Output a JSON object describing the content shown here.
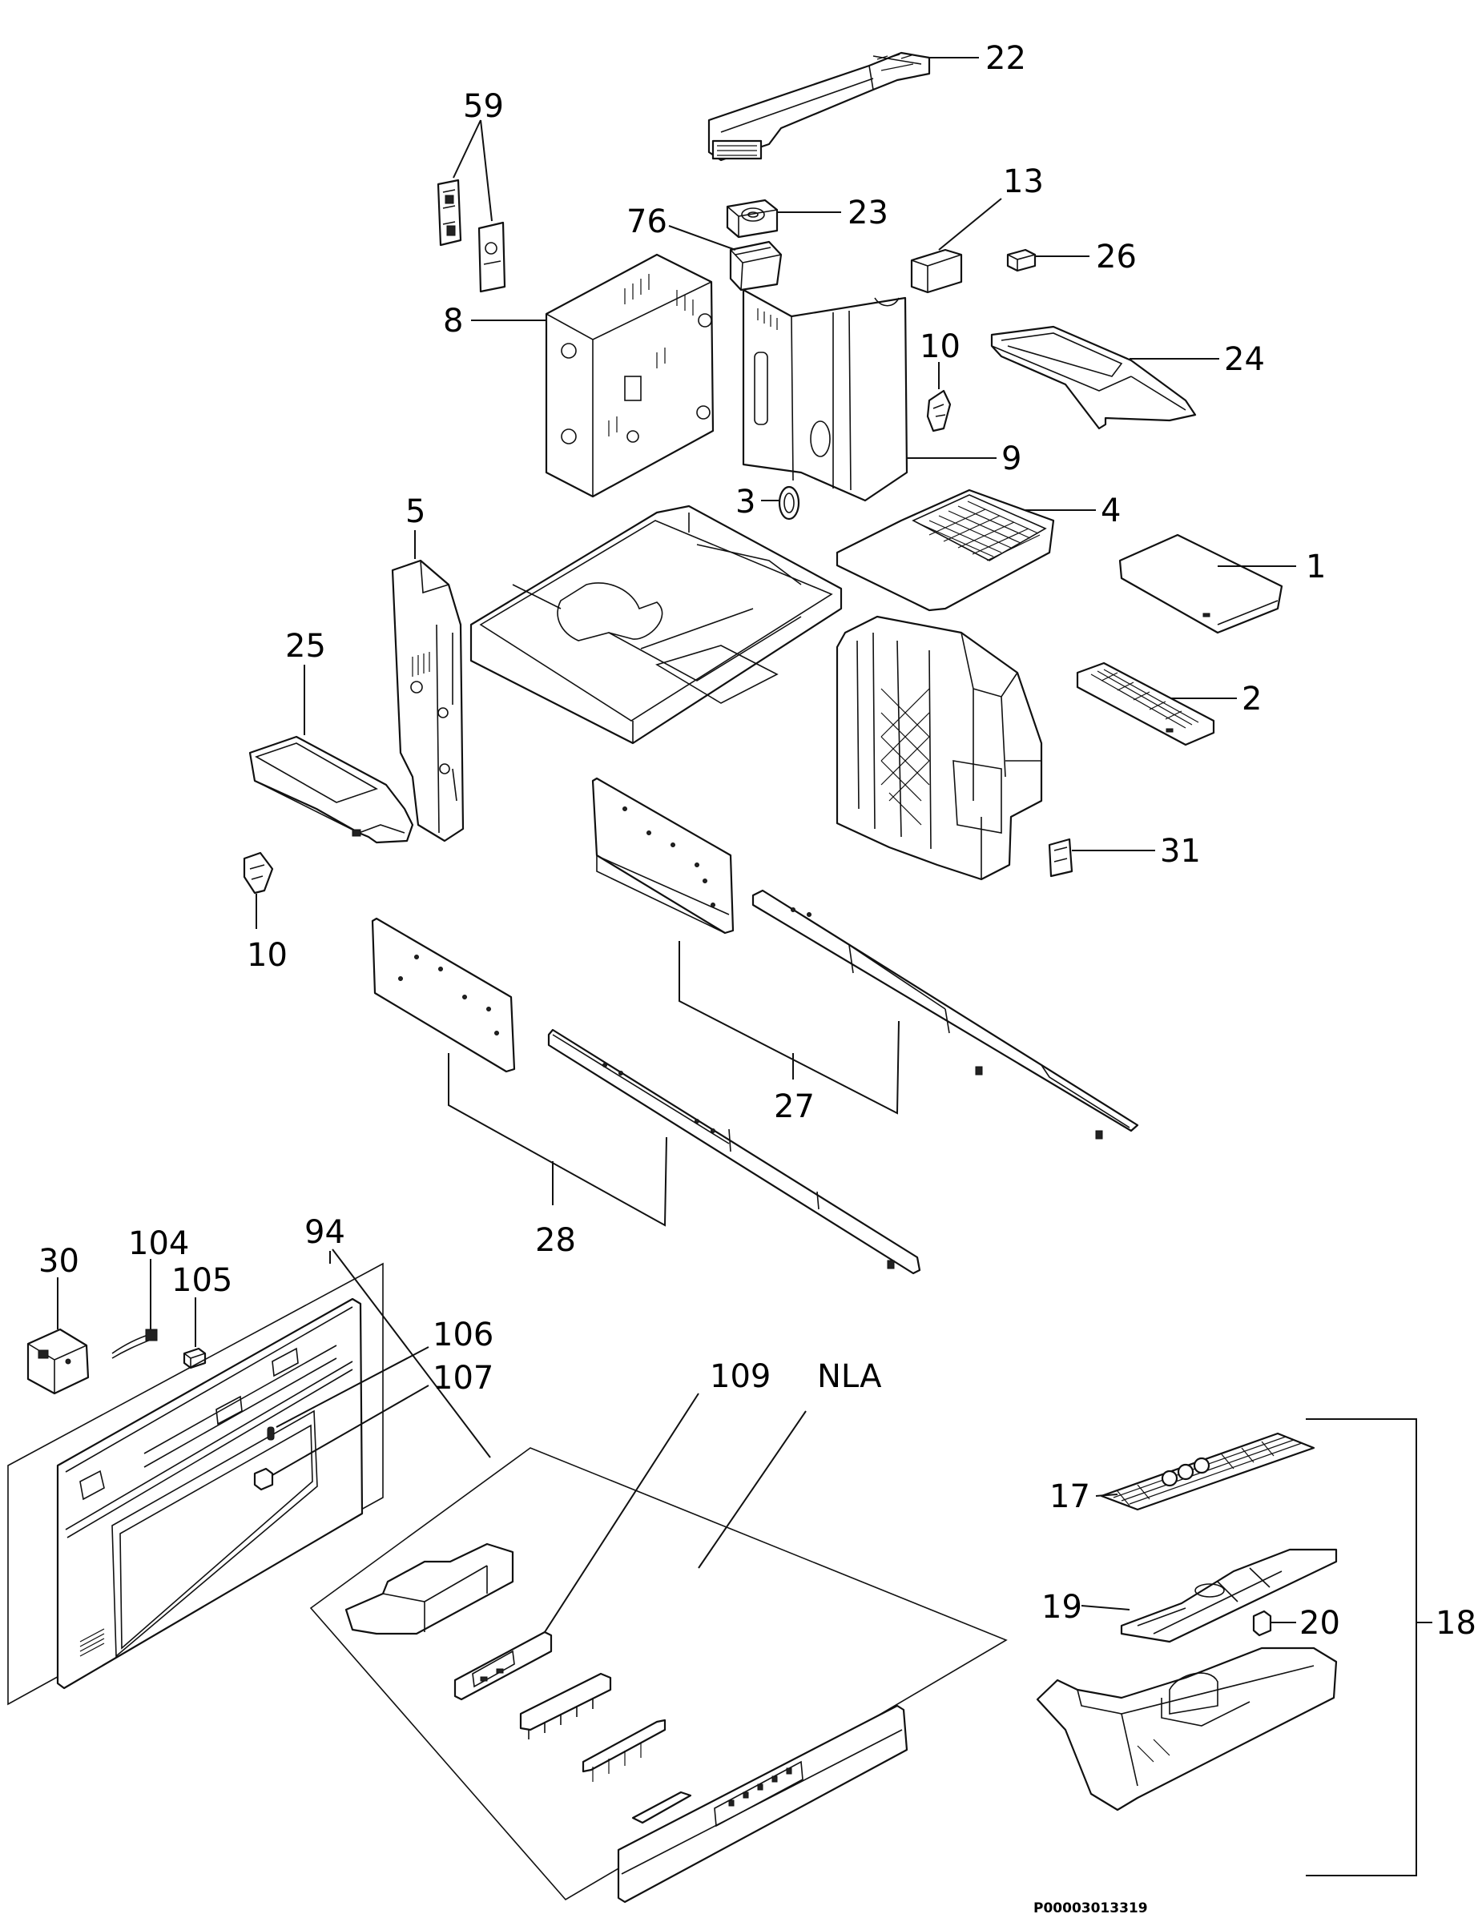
{
  "labels": {
    "p22": "22",
    "p59": "59",
    "p23": "23",
    "p76": "76",
    "p13": "13",
    "p26": "26",
    "p8": "8",
    "p10a": "10",
    "p24": "24",
    "p9": "9",
    "p3": "3",
    "p4": "4",
    "p5": "5",
    "p1": "1",
    "p25": "25",
    "p2": "2",
    "p31": "31",
    "p10b": "10",
    "p27": "27",
    "p28": "28",
    "p30": "30",
    "p104": "104",
    "p94": "94",
    "p105": "105",
    "p106": "106",
    "p107": "107",
    "p109": "109",
    "nla": "NLA",
    "p17": "17",
    "p19": "19",
    "p20": "20",
    "p18": "18"
  },
  "drawing_code": "P00003013319"
}
